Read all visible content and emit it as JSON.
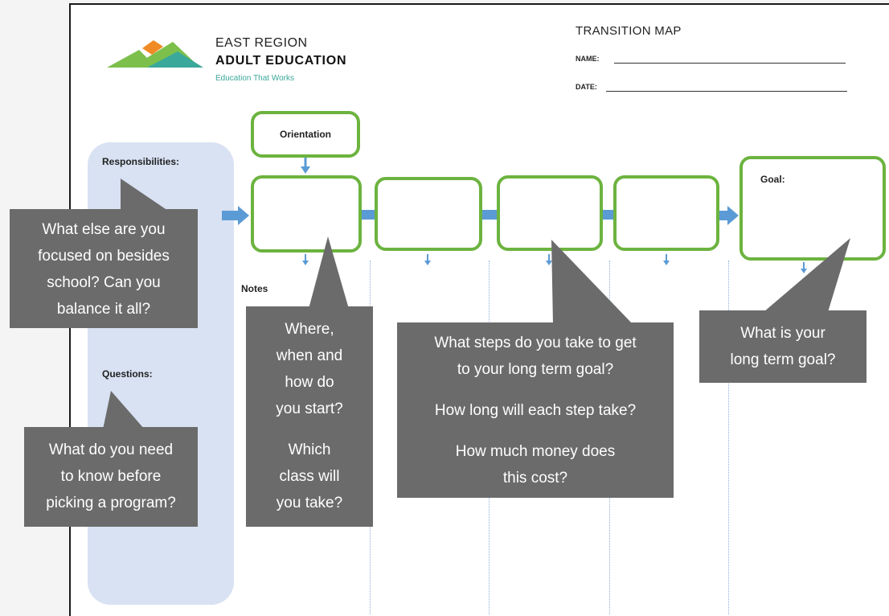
{
  "header": {
    "org_line1": "EAST REGION",
    "org_line2": "ADULT EDUCATION",
    "tagline": "Education That Works",
    "logo": "logo-mountains",
    "doc_title": "TRANSITION MAP",
    "name_label": "NAME:",
    "date_label": "DATE:"
  },
  "sidebar": {
    "responsibilities_label": "Responsibilities:",
    "questions_label": "Questions:"
  },
  "flow": {
    "orientation_label": "Orientation",
    "goal_label": "Goal:",
    "notes_label": "Notes"
  },
  "callouts": {
    "responsibilities": [
      "What else are you",
      "focused on besides",
      "school? Can you",
      "balance it all?"
    ],
    "questions": [
      "What do you need",
      "to know before",
      "picking a program?"
    ],
    "start": [
      "Where,",
      "when and",
      "how do",
      "you start?"
    ],
    "start_class": [
      "Which",
      "class will",
      "you take?"
    ],
    "steps": [
      "What steps do you take to get",
      "to your long term goal?"
    ],
    "steps_time": [
      "How long will each step take?"
    ],
    "steps_cost": [
      "How much money does",
      "this cost?"
    ],
    "goal": [
      "What is your",
      "long term goal?"
    ]
  },
  "colors": {
    "box_border": "#6cb33f",
    "arrow": "#5b9bd5",
    "callout": "#6b6b6b",
    "sidebar": "#d8e2f3"
  }
}
